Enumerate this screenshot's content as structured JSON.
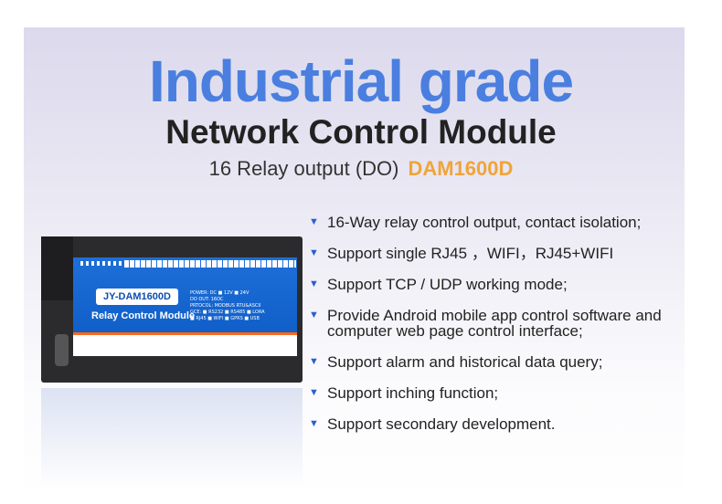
{
  "heading": {
    "title": "Industrial grade",
    "subtitle": "Network Control Module",
    "model_line": "16 Relay output (DO)",
    "model": "DAM1600D"
  },
  "device": {
    "label": "JY-DAM1600D",
    "name": "Relay Control Module",
    "specs": [
      "POWER: DC ■ 12V ■ 24V",
      "DO OUT: 16OC",
      "PRTOCOL: MODBUS RTU&ASCII",
      "GCE: ■ RS232 ■ RS485 ■ LORA",
      "■ RJ45 ■ WIFI ■ GPRS ■ USB"
    ]
  },
  "features": [
    "16-Way relay control output, contact isolation;",
    "Support single RJ45 ，WIFI，RJ45+WIFI",
    "Support TCP / UDP working mode;",
    "Provide Android mobile app control software and computer web page control interface;",
    "Support alarm and historical data query;",
    "Support inching function;",
    "Support secondary development."
  ]
}
